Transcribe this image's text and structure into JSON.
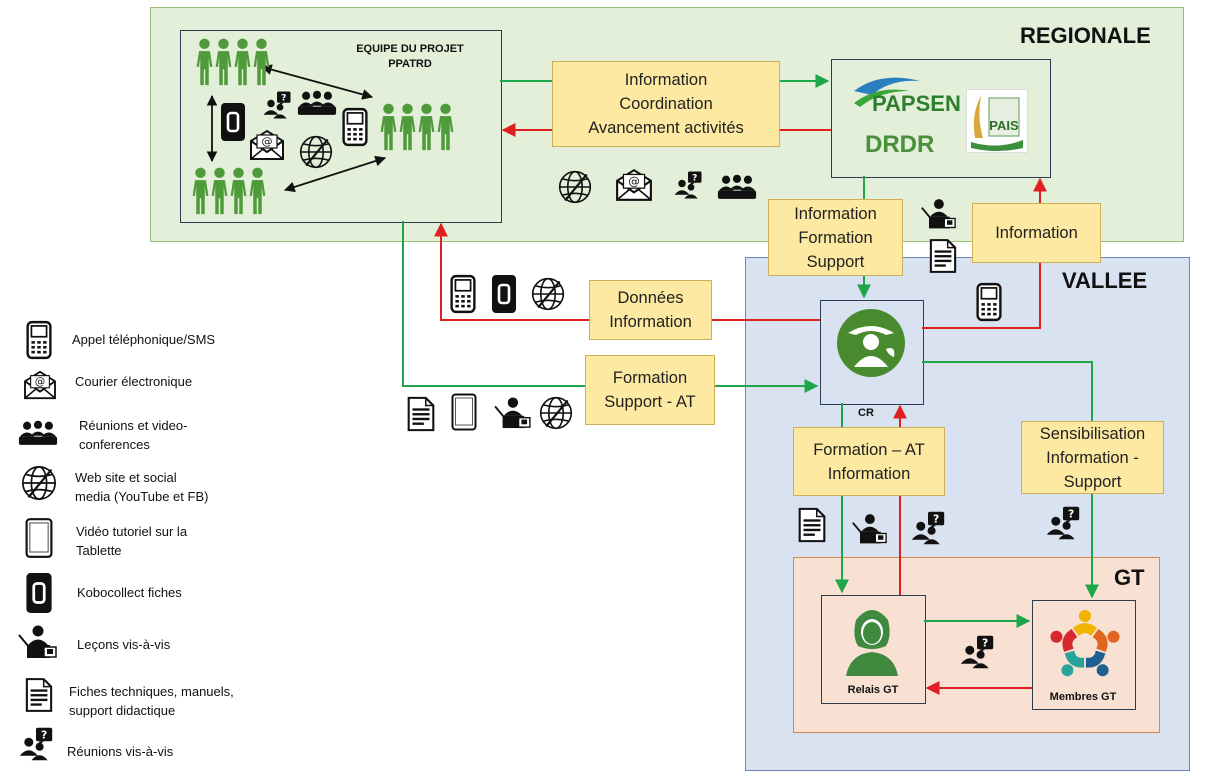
{
  "regions": {
    "regionale": "REGIONALE",
    "vallee": "VALLEE",
    "gt": "GT"
  },
  "nodes": {
    "equipe": "EQUIPE DU PROJET\nPPATRD",
    "drdr": "DRDR",
    "papsen_logo": "PAPSEN",
    "pais_logo": "PAIS",
    "cr": "CR",
    "relais": "Relais GT",
    "membres": "Membres GT"
  },
  "flows": {
    "info_coord": "Information\nCoordination\nAvancement activités",
    "info_form_support": "Information\nFormation\nSupport",
    "information": "Information",
    "donnees_info": "Données\nInformation",
    "formation_support_at": "Formation\nSupport - AT",
    "formation_at_info": "Formation – AT\nInformation",
    "sensibilisation": "Sensibilisation\nInformation -\nSupport"
  },
  "legend": [
    {
      "icon": "phone-icon",
      "label": "Appel téléphonique/SMS"
    },
    {
      "icon": "email-icon",
      "label": "Courier électronique"
    },
    {
      "icon": "meeting-group-icon",
      "label": "Réunions et video-\nconferences"
    },
    {
      "icon": "globe-icon",
      "label": "Web site et social\nmedia (YouTube et FB)"
    },
    {
      "icon": "tablet-icon",
      "label": "Vidéo tutoriel sur la\nTablette"
    },
    {
      "icon": "kobo-icon",
      "label": "Kobocollect fiches"
    },
    {
      "icon": "lesson-icon",
      "label": "Leçons vis-à-vis"
    },
    {
      "icon": "document-icon",
      "label": "Fiches techniques, manuels,\nsupport didactique"
    },
    {
      "icon": "question-meeting-icon",
      "label": "Réunions vis-à-vis"
    }
  ],
  "colors": {
    "green_arrow": "#1fa64a",
    "red_arrow": "#e02020",
    "people_green": "#4f9a3a",
    "label_fill": "#fde9a1"
  }
}
